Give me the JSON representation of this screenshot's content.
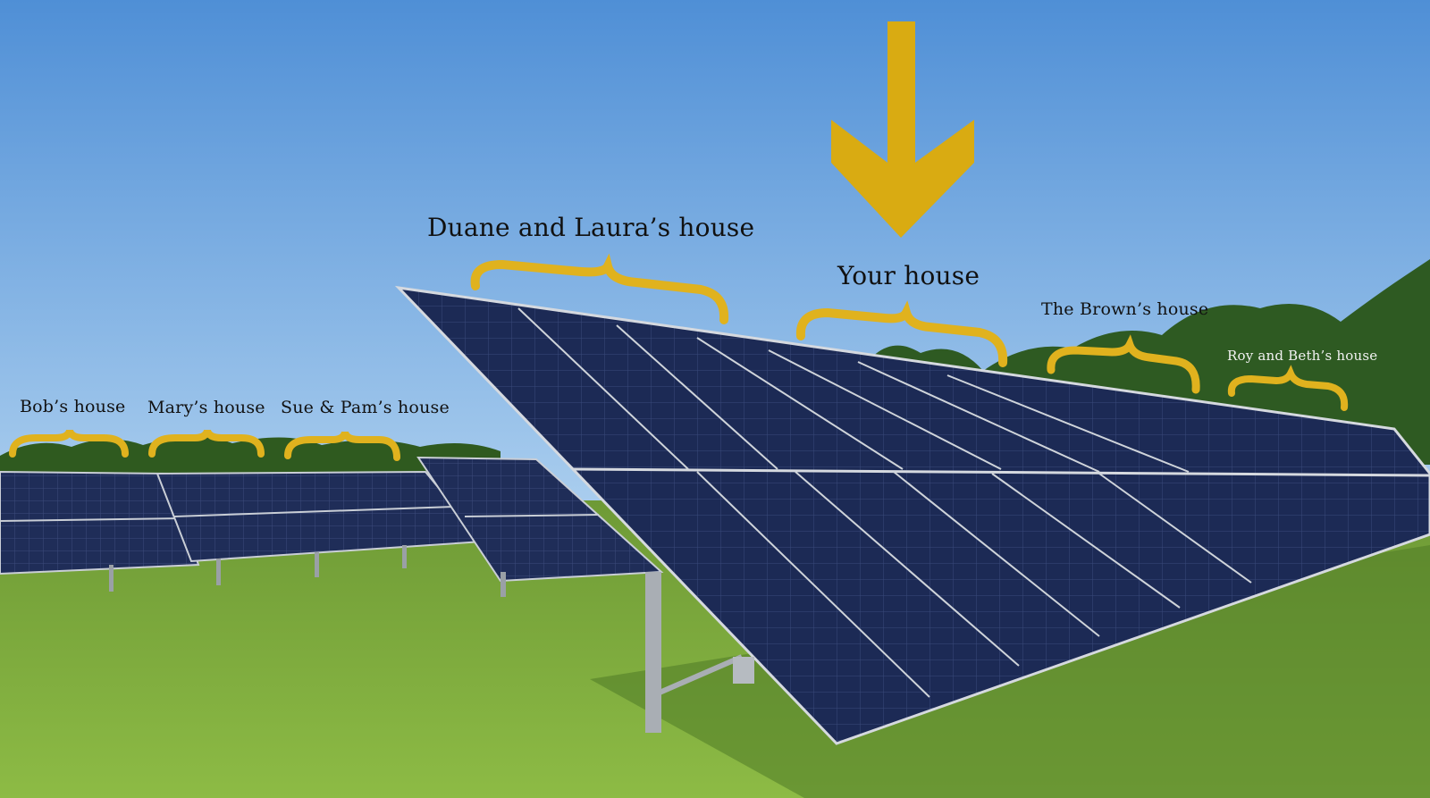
{
  "labels": {
    "bob": "Bob’s house",
    "mary": "Mary’s house",
    "sue_pam": "Sue & Pam’s house",
    "duane_laura": "Duane and Laura’s house",
    "your": "Your house",
    "brown": "The Brown’s house",
    "roy_beth": "Roy and Beth’s house"
  },
  "colors": {
    "sky_top": "#4f8fd6",
    "sky_bottom": "#a9cdee",
    "grass": "#7aa83a",
    "trees": "#2f5a1f",
    "panel": "#1c2a55",
    "panel_frame": "#c9ced6",
    "brace_accent": "#e0b21e"
  },
  "icons": {
    "arrow": "arrow-down-icon",
    "brace": "curly-brace-icon"
  }
}
